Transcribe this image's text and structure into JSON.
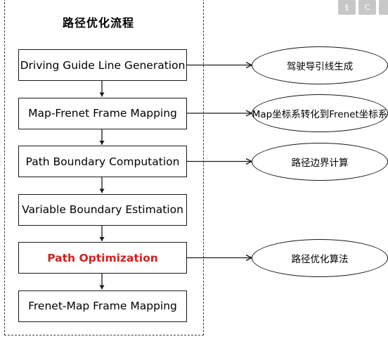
{
  "title": "路径优化流程",
  "steps": [
    {
      "label": "Driving Guide Line Generation",
      "highlight": false
    },
    {
      "label": "Map-Frenet Frame Mapping",
      "highlight": false
    },
    {
      "label": "Path Boundary Computation",
      "highlight": false
    },
    {
      "label": "Variable Boundary Estimation",
      "highlight": false
    },
    {
      "label": "Path Optimization",
      "highlight": true
    },
    {
      "label": "Frenet-Map Frame Mapping",
      "highlight": false
    }
  ],
  "notes": [
    {
      "step": 0,
      "label": "驾驶导引线生成"
    },
    {
      "step": 1,
      "label": "Map坐标系转化到Frenet坐标系"
    },
    {
      "step": 2,
      "label": "路径边界计算"
    },
    {
      "step": 4,
      "label": "路径优化算法"
    }
  ],
  "toolbar": {
    "buttons": [
      {
        "icon": "section-icon",
        "glyph": "§"
      },
      {
        "icon": "refresh-icon",
        "glyph": "C"
      },
      {
        "icon": "extra-icon",
        "glyph": ""
      }
    ]
  },
  "colors": {
    "highlight": "#d3201f",
    "stroke": "#1a1a1a",
    "toolbar": "#c7c7c7"
  }
}
